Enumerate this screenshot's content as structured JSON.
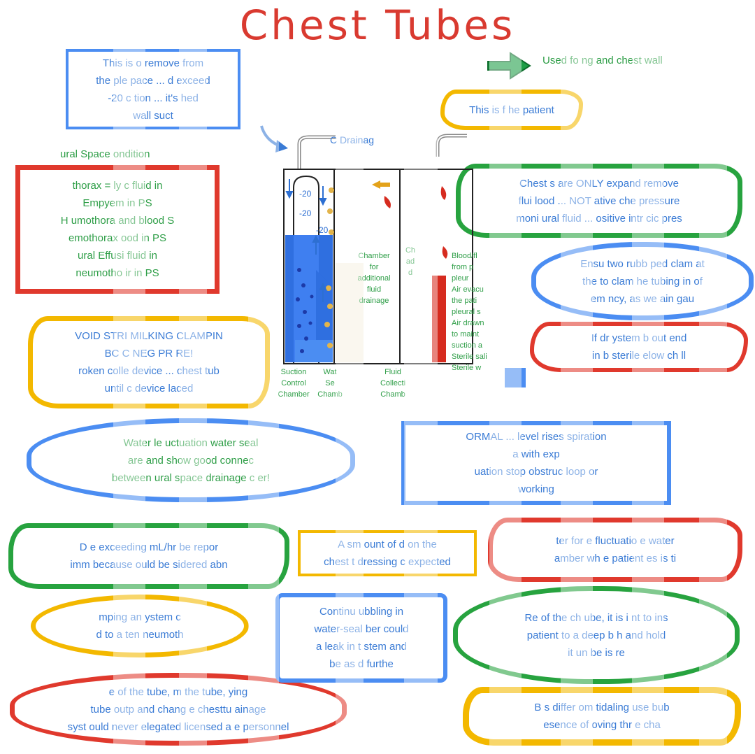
{
  "title": "Chest Tubes",
  "top_right_note": "Used fo            ng and chest wall",
  "notes": {
    "n1": [
      "This is        o remove         from",
      "the ple     pace ... d     exceed",
      "-20 c       tion ... it's        hed",
      "       wall suct"
    ],
    "pleural_heading": "ural Space         ondition",
    "n2": [
      "     thorax = ly         c fluid in   ",
      "Empyem            in PS",
      "H         umothora      and blood     S",
      "   emothorax       ood in PS",
      "     ural Effusi          fluid in   ",
      "   neumotho        ir in PS"
    ],
    "n3": [
      "   VOID STRI        MILKING         CLAMPIN",
      "BC C          NEG PR     RE!",
      "   roken colle        device ...         chest tub",
      "until c          device       laced"
    ],
    "n4": [
      "Water le       uctuation       water seal          ",
      "are        and show     good connec",
      "between        ural space      drainage c       er!"
    ],
    "n5": [
      "D       e exceeding        mL/hr          be repor",
      "imm         because       ould be     sidered abn"
    ],
    "n6": [
      "     mping an         ystem c    ",
      "     d to a ten     neumoth"
    ],
    "n7": [
      "     e of the         tube, m         the tube,           ying",
      "    tube outp     and chang      e chesttu      ainage",
      "syst       ould never         elegated             licensed a        e personnel"
    ],
    "n8": [
      "This is f        he patient"
    ],
    "n9": [
      "Chest      s are ONLY        expand              remove",
      "flui       lood ... NOT               ative che        pressure",
      "moni        ural fluid ...         ositive intr          cic pres"
    ],
    "n10": [
      "Ensu       two rubb          ped clam       at",
      "the          to clam      he tubing  in       of",
      "em       ncy, as we       ain gau"
    ],
    "n11": [
      "If dr        ystem b          out end",
      "in b               sterile       elow ch       ll"
    ],
    "n12": [
      "  ORMAL ...         level rises         spiration",
      "a          with exp        ",
      "    uation stop           obstruc       loop or",
      "         working"
    ],
    "n13": [
      "A sm        ount of d        on the",
      "chest t      dressing c        expected"
    ],
    "n14": [
      "   ter       for      e fluctuatio         e water",
      "     amber wh         e patient          es is ti"
    ],
    "n15": [
      "Continu        ubbling in",
      "water-seal       ber could",
      "a leak in t        stem and",
      "be as          d furthe"
    ],
    "n16": [
      "Re       of the ch      ube, it is i        nt to ins",
      "     patient to         a deep b      h and hold",
      "it un         be is re"
    ],
    "n17": [
      "B         s differ         om tidaling        use bub",
      "        esence of          oving thr          e cha"
    ]
  },
  "diagram": {
    "title": "C        Drainag",
    "numbers": [
      "-20",
      "-20",
      "-20"
    ],
    "chamber_additional": [
      "Chamber",
      "for",
      "additional",
      "fluid",
      "drainage"
    ],
    "chamber_partial": [
      "Ch",
      "",
      "ad",
      "",
      "d"
    ],
    "right_labels": [
      "Blood/fl",
      "from p",
      "pleur",
      "",
      "Air evacu",
      "the pati",
      "pleural s",
      "",
      "Air drawn",
      "to maint",
      "suction a",
      "",
      "Sterile sali",
      "Sterile w"
    ],
    "bottom_suction": [
      "Suction",
      "Control",
      "Chamber"
    ],
    "bottom_water": [
      "Wat",
      "Se",
      "Chamb"
    ],
    "bottom_fluid": [
      "Fluid",
      "Collecti",
      "Chamb"
    ]
  },
  "colors": {
    "red": "#e0392d",
    "blue": "#4b8df2",
    "yellow": "#f3b800",
    "green": "#27a33f"
  },
  "icons": {
    "pointer": "green-arrow-icon",
    "diagram_arrow": "blue-curved-arrow-icon"
  }
}
